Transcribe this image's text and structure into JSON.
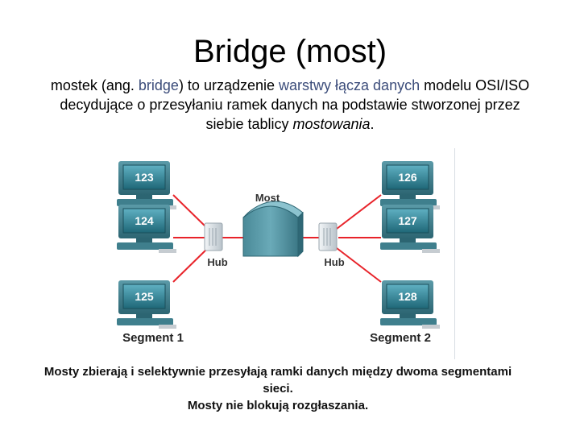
{
  "title": "Bridge (most)",
  "description": {
    "p1": "mostek (ang. ",
    "term1": "bridge",
    "p2": ") to urządzenie ",
    "term2": "warstwy łącza danych",
    "p3": " modelu OSI/ISO decydujące o przesyłaniu ramek danych na podstawie stworzonej przez siebie tablicy ",
    "term3": "mostowania",
    "p4": "."
  },
  "diagram": {
    "bridge_label": "Most",
    "hub_left_label": "Hub",
    "hub_right_label": "Hub",
    "segment_left_label": "Segment 1",
    "segment_right_label": "Segment 2",
    "computers": [
      "123",
      "124",
      "125",
      "126",
      "127",
      "128"
    ],
    "colors": {
      "link": "#e8232a",
      "screen": "#2e7d8f",
      "device": "#3f8a9a",
      "hub": "#dfe4e8"
    }
  },
  "caption": {
    "line1": "Mosty zbierają i selektywnie przesyłają ramki danych między dwoma segmentami sieci.",
    "line2": "Mosty nie blokują rozgłaszania."
  }
}
